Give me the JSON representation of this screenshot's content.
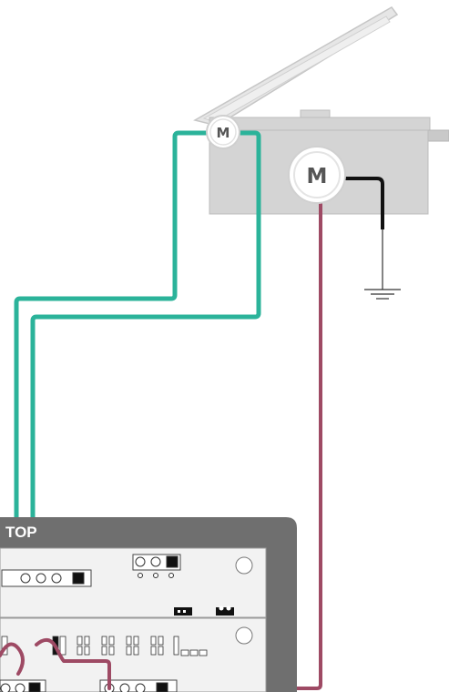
{
  "board": {
    "label": "TOP",
    "frame_color": "#6f6f6f",
    "panel_color": "#f2f2f2"
  },
  "lid_motor": {
    "symbol": "M",
    "fill": "#ffffff"
  },
  "main_motor": {
    "symbol": "M",
    "fill": "#ffffff"
  },
  "ground": {
    "icon": "ground-icon"
  },
  "housing": {
    "color": "#d4d4d4",
    "lid_color": "#e6e6e6"
  },
  "wires": {
    "teal": "#2bb39a",
    "maroon": "#9e4a64",
    "black": "#111111",
    "ground_line": "#333333"
  }
}
